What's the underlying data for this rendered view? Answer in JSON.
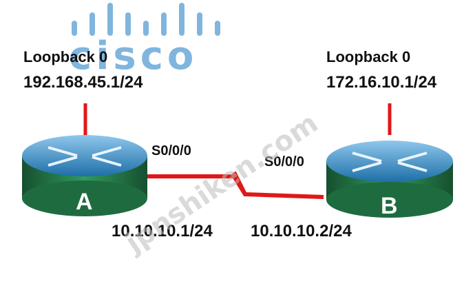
{
  "logo": {
    "text": "cisco",
    "color": "#6aa9d8"
  },
  "watermark": {
    "text": "jpnshiken.com"
  },
  "router_a": {
    "name": "A",
    "loopback_label": "Loopback 0",
    "loopback_ip": "192.168.45.1/24",
    "serial_interface": "S0/0/0",
    "serial_ip": "10.10.10.1/24"
  },
  "router_b": {
    "name": "B",
    "loopback_label": "Loopback 0",
    "loopback_ip": "172.16.10.1/24",
    "serial_interface": "S0/0/0",
    "serial_ip": "10.10.10.2/24"
  },
  "colors": {
    "router_top": "#1e7fb8",
    "router_body": "#2e8b57",
    "router_body_dark": "#1f6b40",
    "link": "#e01818"
  }
}
